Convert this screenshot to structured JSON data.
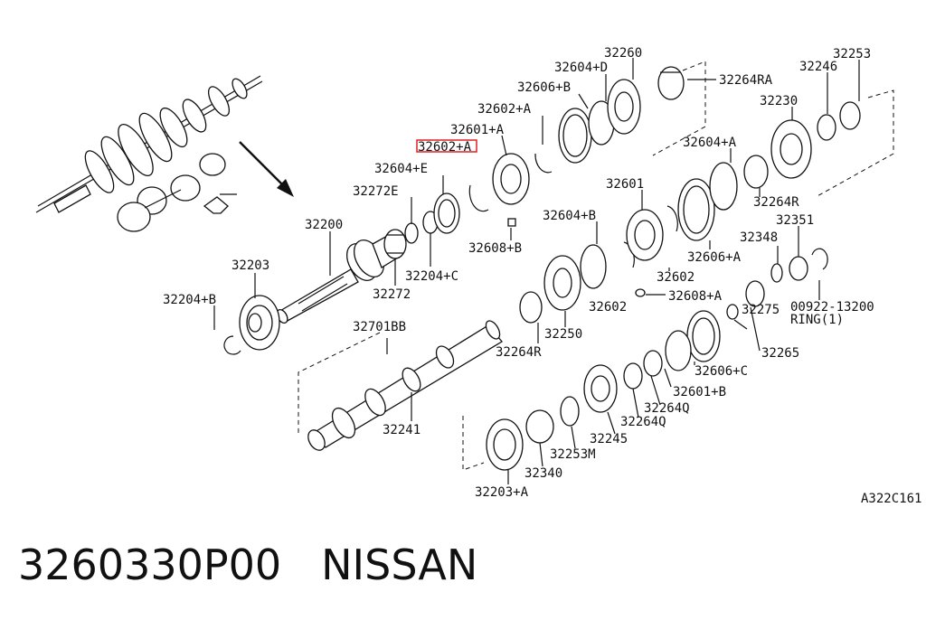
{
  "diagram": {
    "code": "A322C161",
    "labels": [
      "32260",
      "32604+D",
      "32264RA",
      "32606+B",
      "32602+A",
      "32601+A",
      "32602+A",
      "32604+E",
      "32272E",
      "32200",
      "32203",
      "32204+B",
      "32608+B",
      "32204+C",
      "32272",
      "32701BB",
      "32241",
      "32246",
      "32253",
      "32230",
      "32604+A",
      "32264R",
      "32601",
      "32604+B",
      "32351",
      "32348",
      "32606+A",
      "32602",
      "32602",
      "32608+A",
      "32264R",
      "32250",
      "00922-13200",
      "RING(1)",
      "32275",
      "32265",
      "32606+C",
      "32601+B",
      "32264Q",
      "32264Q",
      "32245",
      "32253M",
      "32340",
      "32203+A"
    ],
    "highlight_color": "#e02020"
  },
  "caption": {
    "part_number": "3260330P00",
    "brand": "NISSAN"
  }
}
